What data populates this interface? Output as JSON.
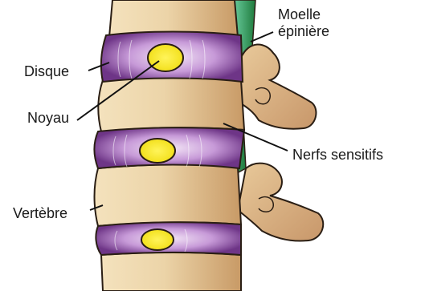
{
  "labels": {
    "moelle_line1": "Moelle",
    "moelle_line2": "épinière",
    "disque": "Disque",
    "noyau": "Noyau",
    "nerfs": "Nerfs sensitifs",
    "vertebre": "Vertèbre"
  },
  "colors": {
    "bone": "#ead3a6",
    "bone_shadow": "#c99d6c",
    "bone_outline": "#2a1e14",
    "disc": "#7a3f93",
    "disc_light": "#d9b6e6",
    "nucleus": "#f6ea1a",
    "cord": "#2f8a4a",
    "cord_light": "#6dcca0",
    "csf": "#bfe3f2"
  }
}
